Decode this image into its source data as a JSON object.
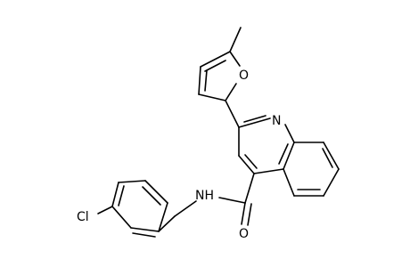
{
  "molecule": {
    "labels": {
      "oxygen_furan": "O",
      "nitrogen_ring": "N",
      "nitrogen_amide": "NH",
      "oxygen_carbonyl": "O",
      "chlorine": "Cl"
    },
    "colors": {
      "bond": "#000000",
      "text": "#000000",
      "background": "#ffffff"
    }
  }
}
